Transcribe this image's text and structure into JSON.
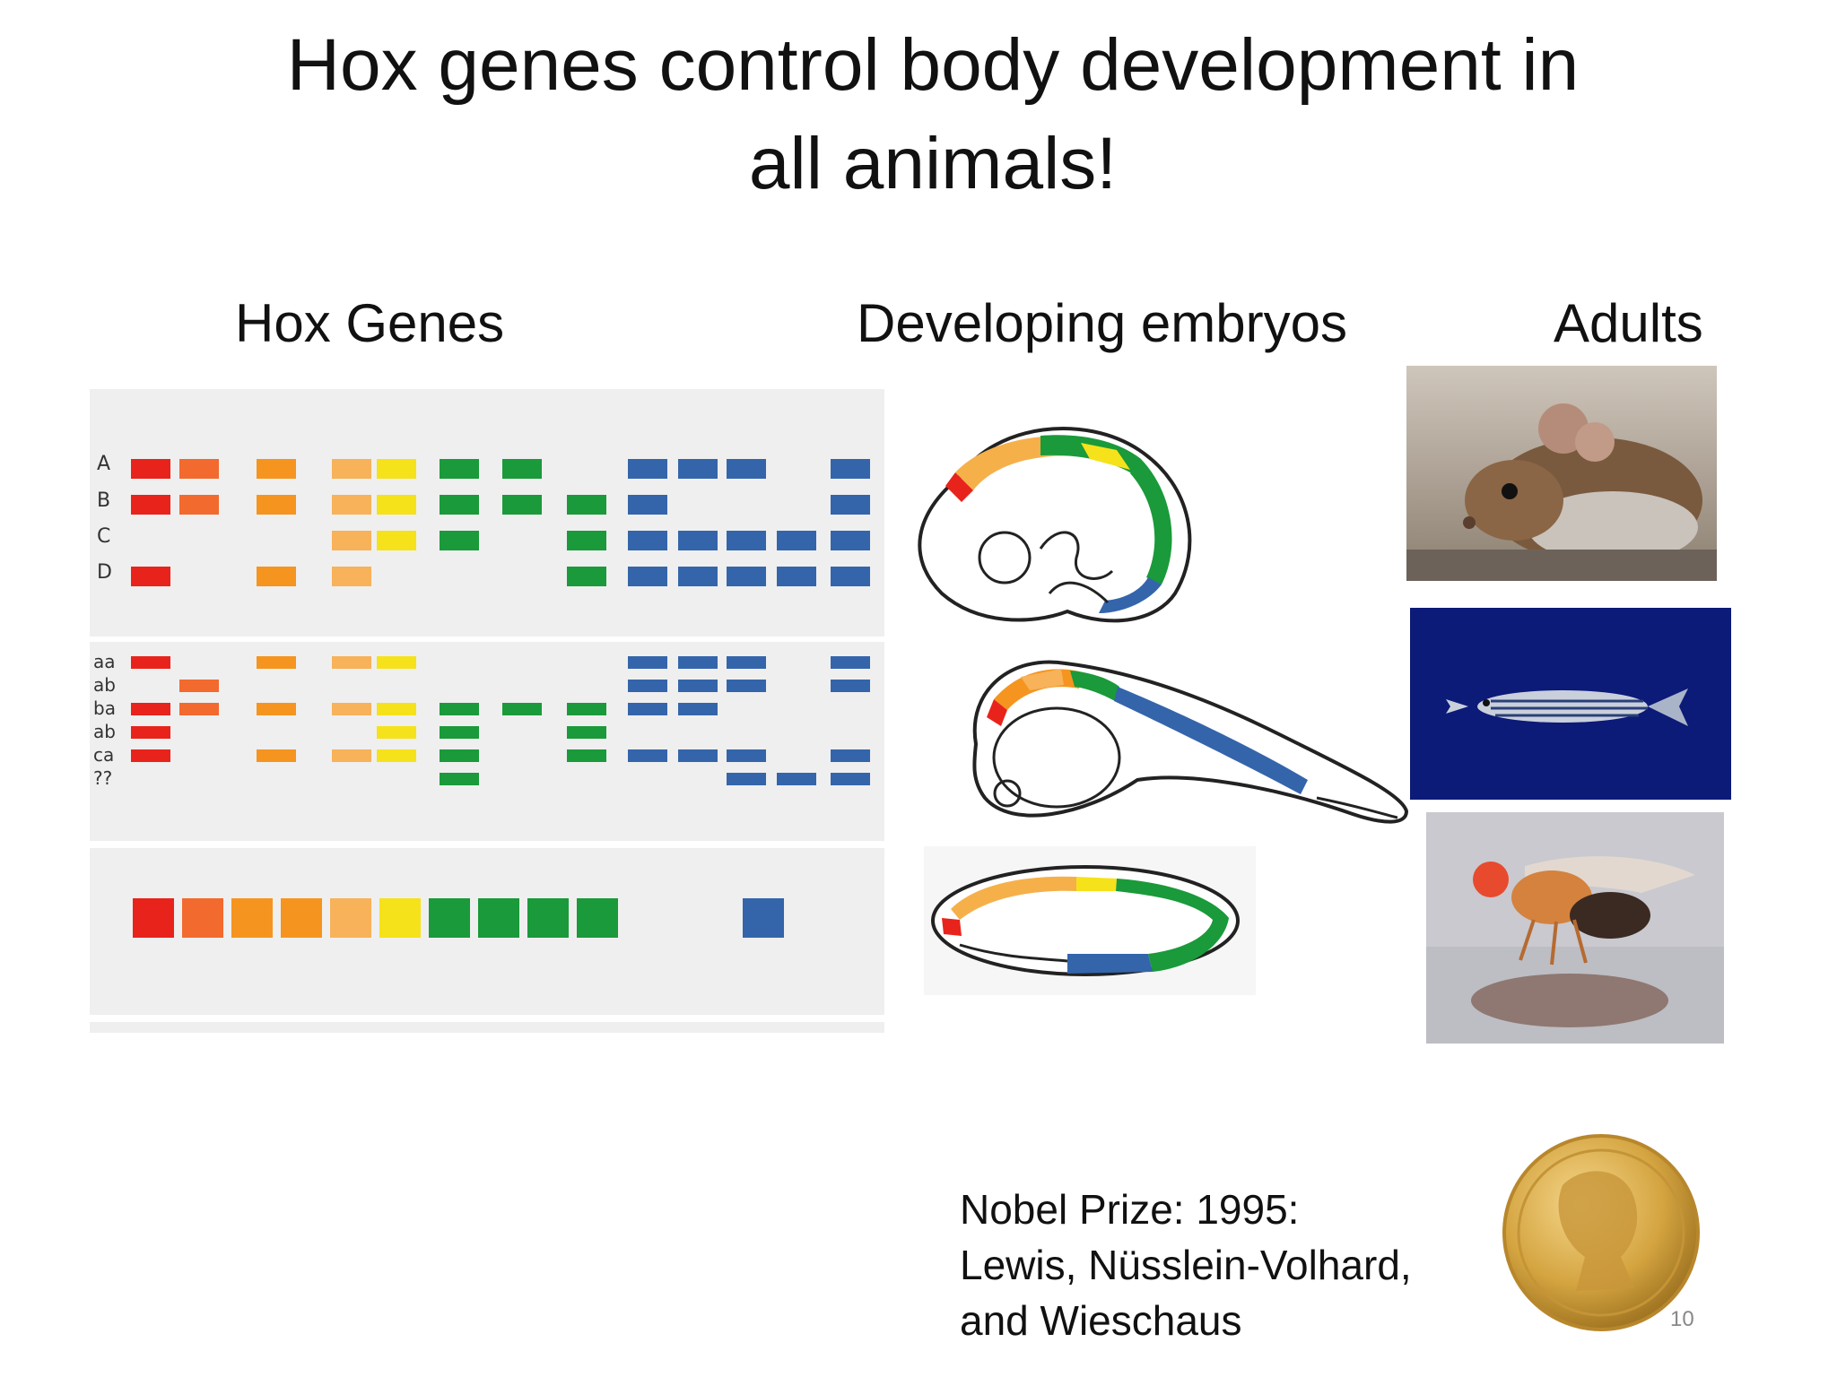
{
  "slide": {
    "title_line1": "Hox genes control body development in",
    "title_line2": "all animals!",
    "page_number": "10"
  },
  "columns": {
    "genes_heading": "Hox Genes",
    "embryos_heading": "Developing embryos",
    "adults_heading": "Adults"
  },
  "gene_figure": {
    "mouse_rows": [
      "A",
      "B",
      "C",
      "D"
    ],
    "fish_rows": [
      "aa",
      "ab",
      "ba",
      "ab",
      "ca",
      "??"
    ]
  },
  "adults": {
    "mouse_icon": "mouse-photo",
    "fish_icon": "zebrafish-photo",
    "fly_icon": "fruit-fly-photo"
  },
  "nobel": {
    "line1": "Nobel Prize: 1995:",
    "line2": "Lewis, Nüsslein-Volhard,",
    "line3": "and Wieschaus"
  },
  "colors": {
    "red": "#e8231c",
    "red_orange": "#f26a2e",
    "orange": "#f5951f",
    "light_orange": "#f7b25a",
    "yellow": "#f6e21a",
    "green": "#1a9a3a",
    "blue": "#3465ab"
  }
}
